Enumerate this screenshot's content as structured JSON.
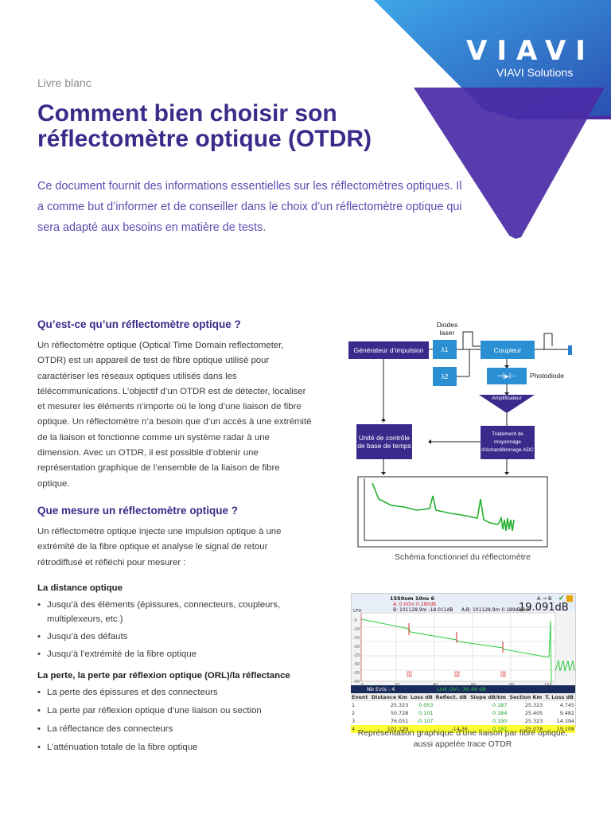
{
  "brand": {
    "logo": "VIAVI",
    "subtitle": "VIAVI Solutions"
  },
  "doc_type": "Livre blanc",
  "title": "Comment bien choisir son réflectomètre optique (OTDR)",
  "intro": "Ce document fournit des informations essentielles sur les réflectomètres optiques. Il a comme but d’informer et de conseiller dans le choix d’un réflectomètre optique qui sera adapté aux besoins en matière de tests.",
  "section1": {
    "heading": "Qu’est-ce qu’un réflectomètre optique ?",
    "body": "Un réflectomètre optique (Optical Time Domain reflectometer, OTDR) est un appareil de test de fibre optique utilisé pour caractériser les réseaux optiques utilisés dans les télécommunications. L’objectif d’un OTDR est de détecter, localiser et mesurer les éléments n’importe où le long d’une liaison de fibre optique. Un réflectomètre n’a besoin que d’un accès à une extrémité de la liaison et fonctionne comme un système radar à une dimension. Avec un OTDR, il est possible d’obtenir une représentation graphique de l’ensemble de la liaison de fibre optique."
  },
  "section2": {
    "heading": "Que mesure un réflectomètre optique ?",
    "body": "Un réflectomètre optique injecte une impulsion optique à une extrémité de la fibre optique et analyse le signal de retour rétrodiffusé et réfléchi pour mesurer :",
    "sub1": {
      "heading": "La distance optique",
      "items": [
        "Jusqu’à des éléments (épissures, connecteurs, coupleurs, multiplexeurs, etc.)",
        "Jusqu’à des défauts",
        "Jusqu’à l’extrémité de la fibre optique"
      ]
    },
    "sub2": {
      "heading": "La perte, la perte par réflexion optique (ORL)/la réflectance",
      "items": [
        "La perte des épissures et des connecteurs",
        "La perte par réflexion optique d’une liaison ou section",
        "La réflectance des connecteurs",
        "L’atténuation totale de la fibre optique"
      ]
    }
  },
  "diagram": {
    "caption": "Schéma fonctionnel du réflectomètre",
    "generator": "Générateur d’impulsion",
    "laser_label": "Diodes laser",
    "laser1": "λ1",
    "laser2": "λ2",
    "coupler": "Coupleur",
    "photodiode": "Photodiode",
    "amplifier": "Amplificateur",
    "timebase": "Unité de contrôle de base de temps",
    "processing": "Traitement de moyennage d’échantillonnage ADC"
  },
  "otdr_screen": {
    "caption": "Représentation graphique d’une liaison par fibre optique, aussi appelée trace OTDR",
    "header_info": "1550nm  10ns    6",
    "marker_a": "A: 0.00m  0.280dB",
    "marker_b": "B: 101128.9m -18.011dB",
    "marker_ab": "A-B: 101128.9m 0.189dB/km",
    "nav": "A → B",
    "big_value": "19.091dB",
    "lfd": "LFD",
    "events_count": "Nb Evts : 4",
    "link_summary": "Link Ovl.: 30.46 dB",
    "x_ticks": [
      "0",
      "20",
      "40",
      "60",
      "80",
      "100"
    ],
    "y_ticks": [
      "-5",
      "-10",
      "-15",
      "-20",
      "-25",
      "-30",
      "-35",
      "-40"
    ],
    "event_markers": [
      "1",
      "2",
      "3"
    ],
    "table_headers": [
      "Event",
      "Distance Km",
      "Loss dB",
      "Reflect. dB",
      "Slope dB/km",
      "Section Km",
      "T. Loss dB"
    ],
    "rows": [
      [
        "1",
        "25.323",
        "0.053",
        "",
        "0.187",
        "25.323",
        "4.745"
      ],
      [
        "2",
        "50.728",
        "0.101",
        "",
        "0.184",
        "25.405",
        "9.482"
      ],
      [
        "3",
        "76.051",
        "-0.107",
        "",
        "0.190",
        "25.323",
        "14.394"
      ],
      [
        "4",
        "101.129",
        "",
        "-14.36",
        "0.192",
        "25.078",
        "19.108"
      ]
    ],
    "colors": {
      "trace": "#2ecc40",
      "header": "#1a2a5a",
      "highlight": "#ffff33",
      "marker": "#d62828"
    }
  },
  "colors": {
    "brand_purple": "#3d2a8a",
    "brand_blue": "#2a52b4"
  }
}
